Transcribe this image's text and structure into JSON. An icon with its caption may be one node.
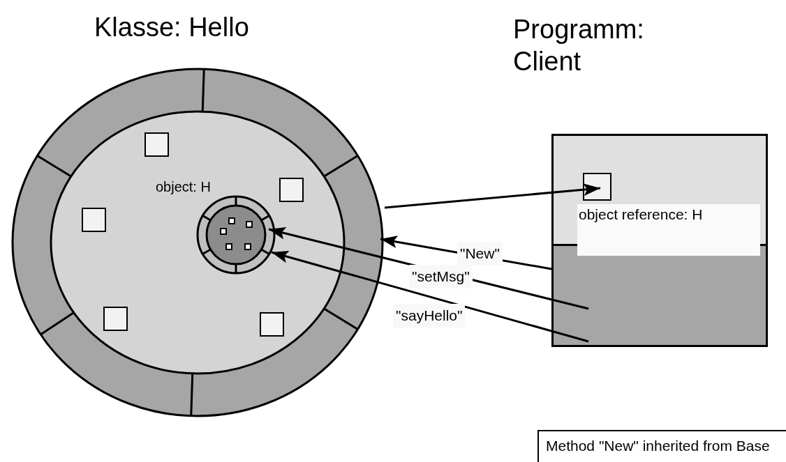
{
  "diagram": {
    "nodes": [
      {
        "text": [
          "Klasse: Hello"
        ]
      },
      {
        "text": [
          "object: H"
        ],
        "in": 0
      },
      {
        "text": [],
        "shape": "box",
        "in": 1
      },
      {
        "text": [],
        "shape": "box",
        "in": 1
      },
      {
        "text": [],
        "shape": "box",
        "in": 1
      },
      {
        "text": [],
        "shape": "box",
        "in": 1
      },
      {
        "text": [],
        "shape": "box",
        "in": 1
      },
      {
        "text": [],
        "shape": "circle",
        "in": 1
      },
      {
        "text": [
          "Programm: Client",
          "object reference: H"
        ]
      },
      {
        "text": [],
        "shape": "box",
        "in": 8
      }
    ],
    "edges": [
      {
        "from": 0,
        "to": 9,
        "arrow": "to"
      },
      {
        "from": 8,
        "to": 0,
        "arrow": "to",
        "label": "\"New\""
      },
      {
        "from": 8,
        "to": 7,
        "arrow": "to",
        "label": "\"setMsg\""
      },
      {
        "from": 8,
        "to": 7,
        "arrow": "to",
        "label": "\"sayHello\""
      }
    ],
    "labels": [
      "Method \"New\" inherited from Base"
    ]
  }
}
